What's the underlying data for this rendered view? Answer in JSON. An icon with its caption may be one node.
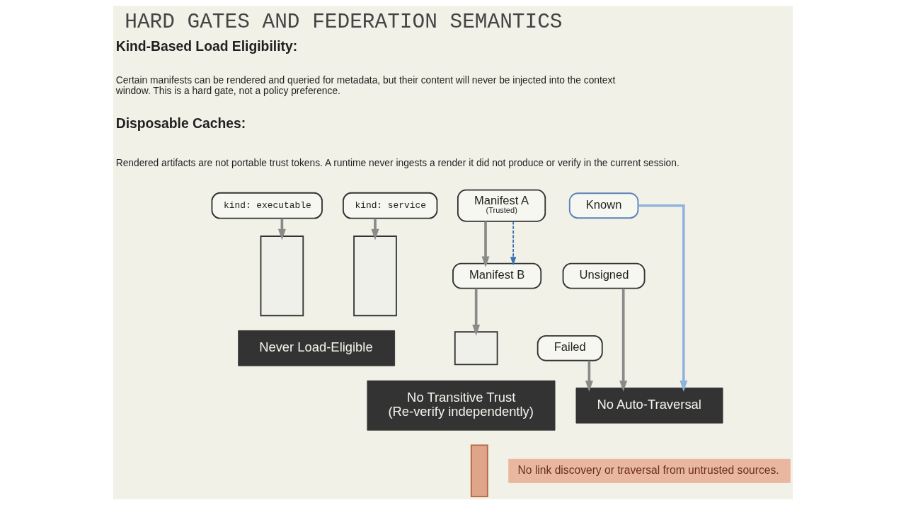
{
  "diagram": {
    "title": "HARD GATES AND FEDERATION SEMANTICS",
    "nodes": [
      {
        "text": [
          "kind: executable"
        ]
      },
      {
        "text": [
          "kind: service"
        ]
      },
      {
        "text": [],
        "shape": "bar"
      },
      {
        "text": [],
        "shape": "bar"
      },
      {
        "text": [
          "Never Load-Eligible"
        ]
      },
      {
        "text": [
          "Manifest A",
          "(Trusted)"
        ]
      },
      {
        "text": [
          "Manifest B"
        ]
      },
      {
        "text": [],
        "shape": "bar"
      },
      {
        "text": [
          "No Transitive Trust",
          "(Re-verify independently)"
        ]
      },
      {
        "text": [
          "Known"
        ]
      },
      {
        "text": [
          "Unsigned"
        ]
      },
      {
        "text": [
          "Failed"
        ]
      },
      {
        "text": [
          "No Auto-Traversal"
        ]
      },
      {
        "text": [],
        "shape": "bar"
      },
      {
        "text": [
          "No link discovery or traversal from untrusted sources."
        ]
      }
    ],
    "edges": [
      {
        "from": 0,
        "to": 2,
        "arrow": "to"
      },
      {
        "from": 1,
        "to": 3,
        "arrow": "to"
      },
      {
        "from": 5,
        "to": 6,
        "arrow": "to"
      },
      {
        "from": 5,
        "to": 6,
        "arrow": "to",
        "style": "dashed",
        "color": "#3d6fb3"
      },
      {
        "from": 6,
        "to": 7,
        "arrow": "to"
      },
      {
        "from": 9,
        "to": 12,
        "arrow": "to",
        "color": "#8fb3df"
      },
      {
        "from": 10,
        "to": 12,
        "arrow": "to"
      },
      {
        "from": 11,
        "to": 12,
        "arrow": "to"
      }
    ],
    "labels": [
      "Kind-Based Load Eligibility:",
      "Certain manifests can be rendered and queried for metadata, but their content will never be injected into the context window. This is a hard gate, not a policy preference.",
      "Disposable Caches:",
      "Rendered artifacts are not portable trust tokens. A runtime never ingests a render it did not produce or verify in the current session."
    ]
  }
}
